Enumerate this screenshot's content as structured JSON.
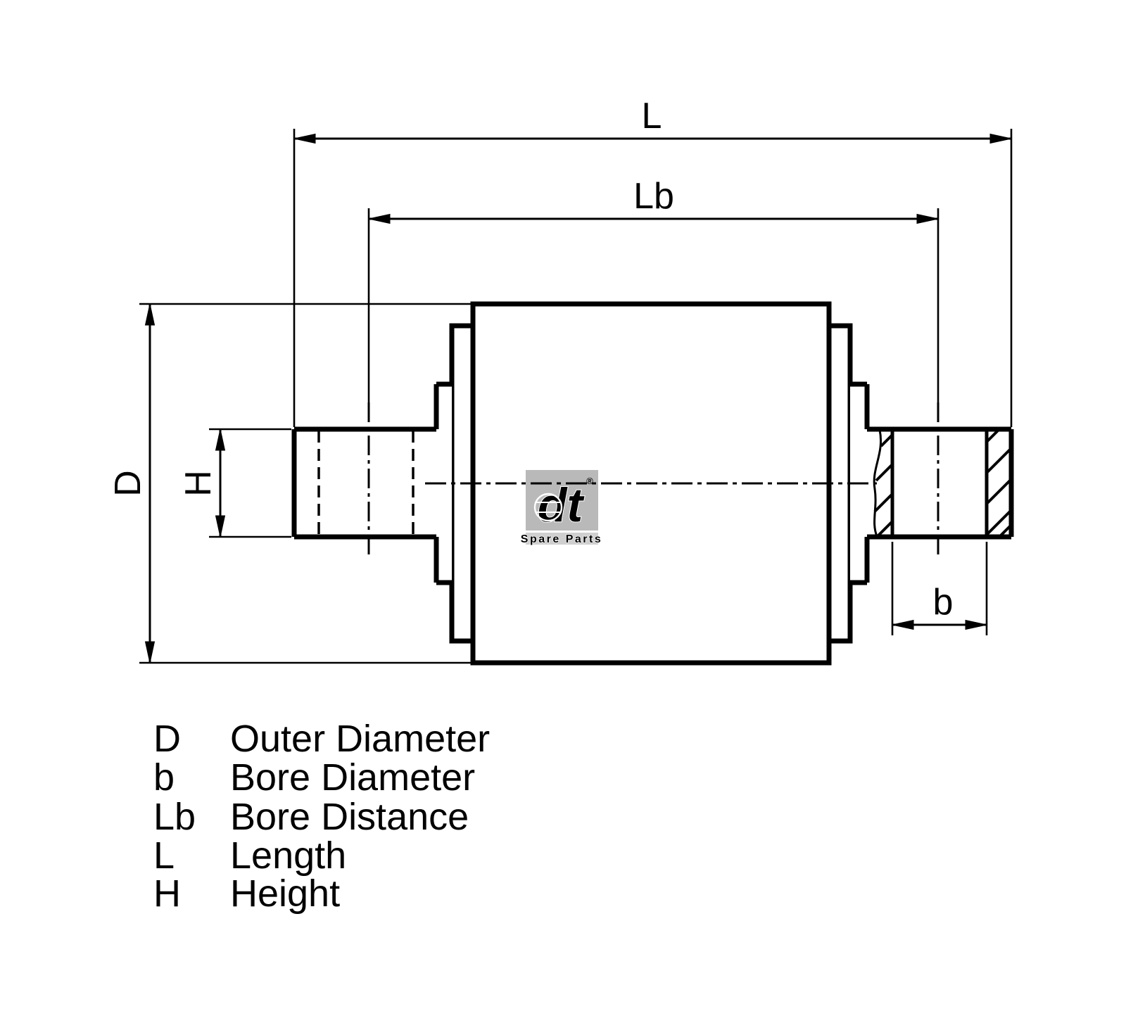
{
  "drawing": {
    "dimension_labels": {
      "length": "L",
      "bore_distance": "Lb",
      "outer_diameter": "D",
      "height": "H",
      "bore_diameter": "b"
    },
    "watermark": {
      "brand": "dt",
      "registered": "®",
      "subtitle": "Spare Parts"
    },
    "legend": {
      "rows": [
        {
          "symbol": "D",
          "description": "Outer Diameter"
        },
        {
          "symbol": "b",
          "description": "Bore Diameter"
        },
        {
          "symbol": "Lb",
          "description": "Bore Distance"
        },
        {
          "symbol": "L",
          "description": "Length"
        },
        {
          "symbol": "H",
          "description": "Height"
        }
      ]
    },
    "colors": {
      "line": "#000000",
      "background": "#ffffff",
      "watermark_gray": "#b9b9b9"
    }
  }
}
